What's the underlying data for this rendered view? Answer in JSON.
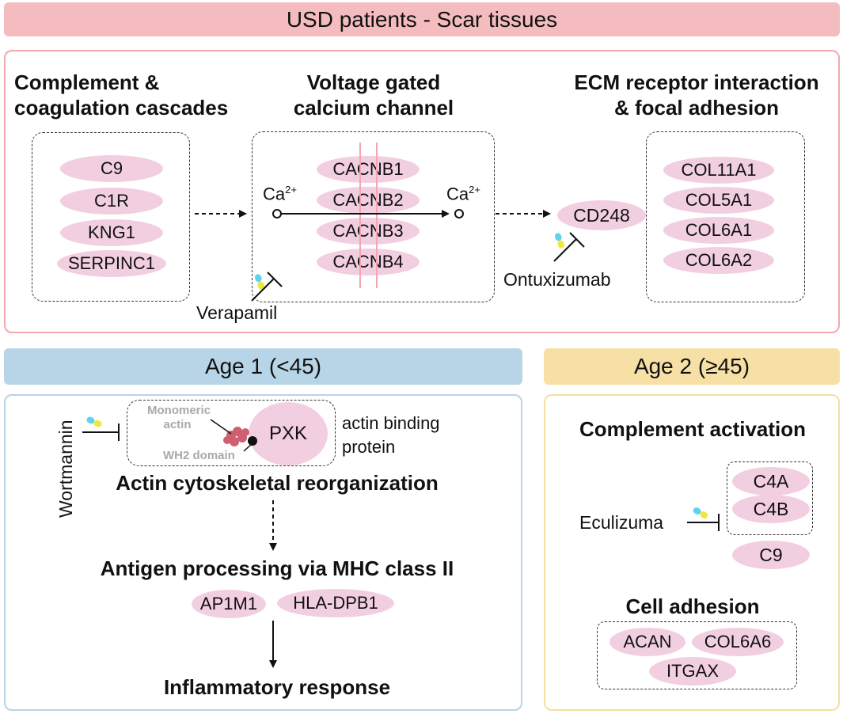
{
  "top": {
    "title": "USD patients - Scar tissues",
    "sections": {
      "complement": {
        "heading_lines": [
          "Complement &",
          "coagulation cascades"
        ],
        "genes": [
          "C9",
          "C1R",
          "KNG1",
          "SERPINC1"
        ]
      },
      "calcium": {
        "heading_lines": [
          "Voltage gated",
          "calcium channel"
        ],
        "genes": [
          "CACNB1",
          "CACNB2",
          "CACNB3",
          "CACNB4"
        ],
        "ion_left": "Ca",
        "ion_right": "Ca",
        "ion_charge": "2+",
        "drug": "Verapamil"
      },
      "ecm": {
        "heading_lines": [
          "ECM receptor interaction",
          "& focal adhesion"
        ],
        "receptor": "CD248",
        "drug": "Ontuxizumab",
        "genes": [
          "COL11A1",
          "COL5A1",
          "COL6A1",
          "COL6A2"
        ]
      }
    }
  },
  "age1": {
    "title": "Age 1 (<45)",
    "drug": "Wortmannin",
    "monomeric_actin": [
      "Monomeric",
      "actin"
    ],
    "wh2_domain": "WH2 domain",
    "pxk": "PXK",
    "actin_binding": [
      "actin binding",
      "protein"
    ],
    "actin_reorg": "Actin cytoskeletal reorganization",
    "antigen": "Antigen processing via MHC class II",
    "antigen_genes": [
      "AP1M1",
      "HLA-DPB1"
    ],
    "inflammatory": "Inflammatory response"
  },
  "age2": {
    "title": "Age 2 (≥45)",
    "complement_activation": "Complement activation",
    "complement_genes": [
      "C4A",
      "C4B"
    ],
    "c9": "C9",
    "drug": "Eculizuma",
    "cell_adhesion": "Cell adhesion",
    "adhesion_genes": [
      "ACAN",
      "COL6A6",
      "ITGAX"
    ]
  },
  "colors": {
    "top_banner": "#f5bcbf",
    "top_border": "#f2a9ad",
    "age1_banner": "#b7d5e6",
    "age1_border": "#b7d5e6",
    "age2_banner": "#f7e0a6",
    "age2_border": "#f3dfa2",
    "oval": "#f2cfe0",
    "channel_lines": "#f3a6b4",
    "actin": "#cf6070",
    "capsule_cyan": "#5fd3ee",
    "capsule_yellow": "#f0e73c",
    "muted_text": "#a9a9a9"
  },
  "icons": [
    "drug-capsule-icon",
    "inhibition-bar-icon",
    "actin-cluster-icon",
    "arrow-icon"
  ]
}
